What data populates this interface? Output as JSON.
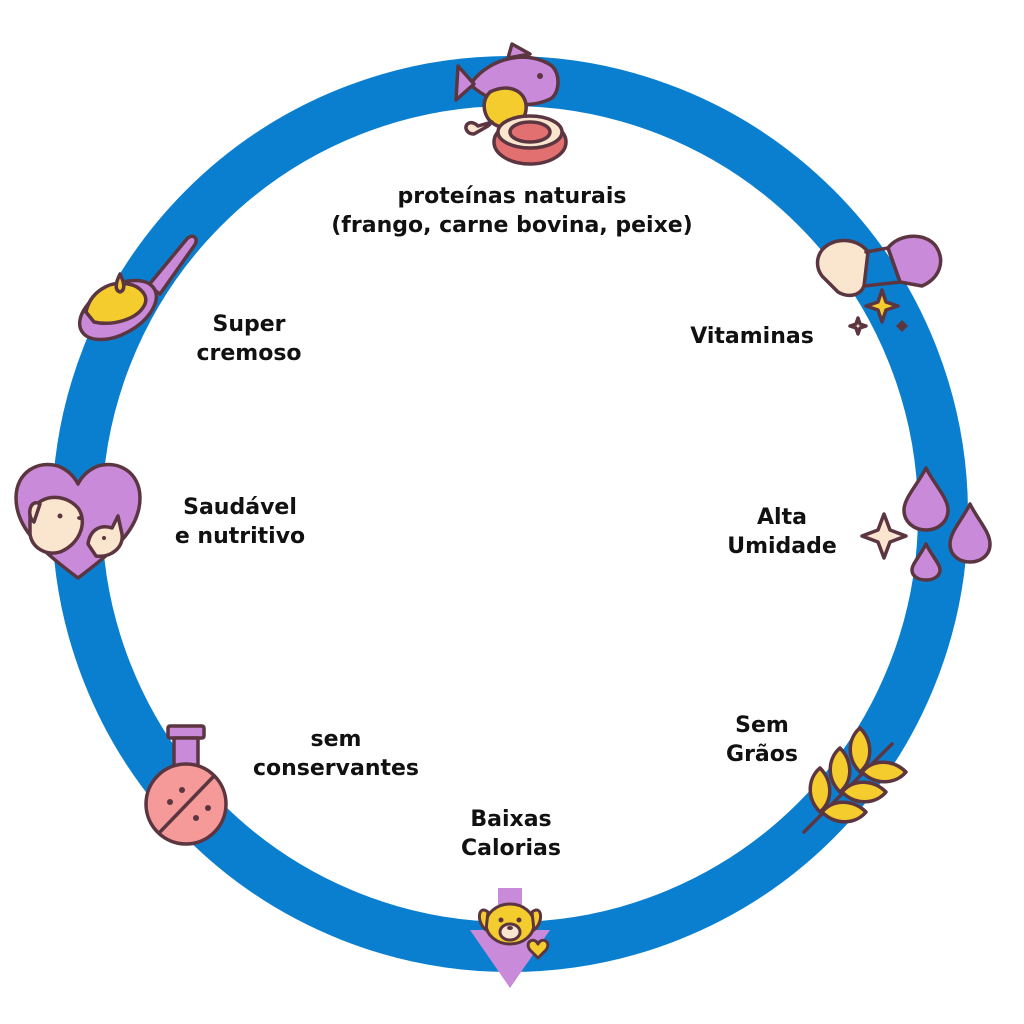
{
  "colors": {
    "ring": "#0a7fd0",
    "outline": "#5b3540",
    "purple": "#c98ad9",
    "yellow": "#f5cc2e",
    "cream": "#fae6cf",
    "pink": "#f59a98",
    "meat_red": "#e27070",
    "text": "#111111"
  },
  "features": [
    {
      "id": "proteins",
      "icon": "fish-chicken-meat-icon",
      "lines": [
        "proteínas naturais",
        "(frango, carne bovina, peixe)"
      ]
    },
    {
      "id": "vitamins",
      "icon": "capsule-sparkle-icon",
      "lines": [
        "Vitaminas"
      ]
    },
    {
      "id": "moisture",
      "icon": "water-drops-icon",
      "lines": [
        "Alta",
        "Umidade"
      ]
    },
    {
      "id": "grain_free",
      "icon": "wheat-icon",
      "lines": [
        "Sem",
        "Grãos"
      ]
    },
    {
      "id": "low_calories",
      "icon": "dog-arrow-down-icon",
      "lines": [
        "Baixas",
        "Calorias"
      ]
    },
    {
      "id": "no_preservatives",
      "icon": "no-preservatives-flask-icon",
      "lines": [
        "sem",
        "conservantes"
      ]
    },
    {
      "id": "healthy",
      "icon": "pet-heart-icon",
      "lines": [
        "Saudável",
        "e nutritivo"
      ]
    },
    {
      "id": "creamy",
      "icon": "spoon-cream-icon",
      "lines": [
        "Super",
        "cremoso"
      ]
    }
  ]
}
